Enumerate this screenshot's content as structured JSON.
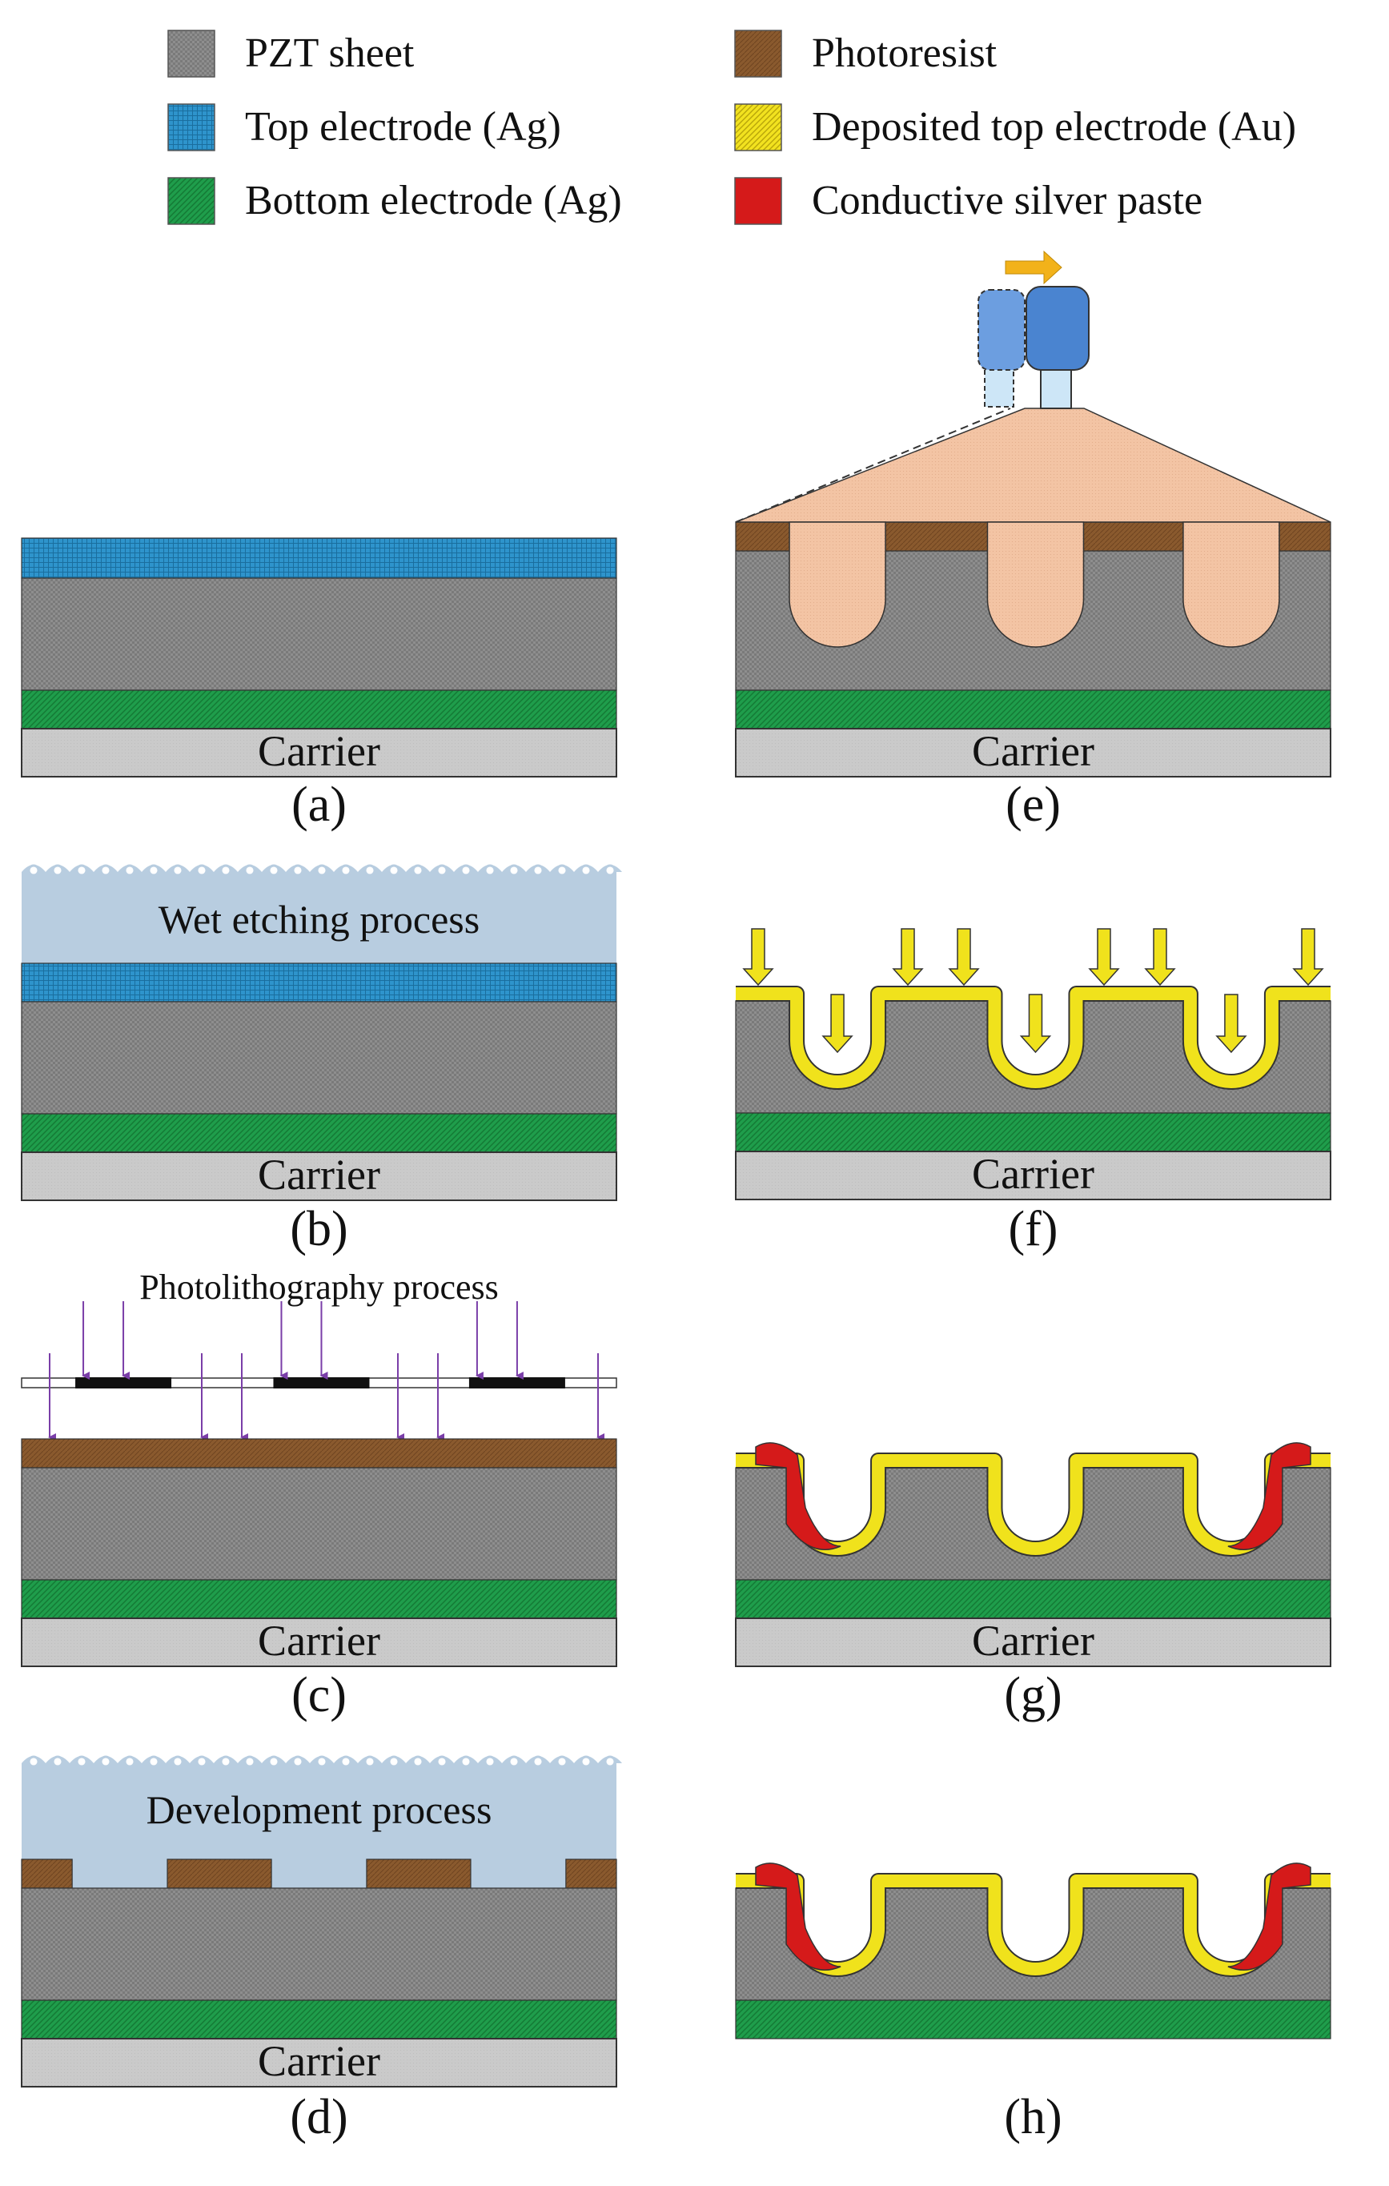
{
  "legend": {
    "items": [
      {
        "id": "pzt",
        "label": "PZT sheet"
      },
      {
        "id": "top_ag",
        "label": "Top electrode (Ag)"
      },
      {
        "id": "bottom_ag",
        "label": "Bottom electrode (Ag)"
      },
      {
        "id": "photoresist",
        "label": "Photoresist"
      },
      {
        "id": "top_au",
        "label": "Deposited top electrode (Au)"
      },
      {
        "id": "silver_paste",
        "label": "Conductive silver paste"
      }
    ]
  },
  "panels": {
    "a": {
      "label": "(a)",
      "carrier": "Carrier"
    },
    "b": {
      "label": "(b)",
      "carrier": "Carrier",
      "process": "Wet etching process"
    },
    "c": {
      "label": "(c)",
      "carrier": "Carrier",
      "process": "Photolithography process"
    },
    "d": {
      "label": "(d)",
      "carrier": "Carrier",
      "process": "Development process"
    },
    "e": {
      "label": "(e)",
      "carrier": "Carrier"
    },
    "f": {
      "label": "(f)",
      "carrier": "Carrier"
    },
    "g": {
      "label": "(g)",
      "carrier": "Carrier"
    },
    "h": {
      "label": "(h)"
    }
  },
  "colors": {
    "pzt": "#8c8c8c",
    "top_ag": "#2a8fc6",
    "bottom_ag": "#1e9a48",
    "photoresist": "#8a5a2e",
    "top_au": "#f0e21c",
    "silver_paste": "#d51a1a",
    "carrier": "#c8c8c8",
    "etchant": "#b8cde0",
    "nozzle": "#4a84d0",
    "paste_spray": "#f3c3a3",
    "uv_arrow": "#7a3ea8",
    "move_arrow": "#f2b21a"
  }
}
